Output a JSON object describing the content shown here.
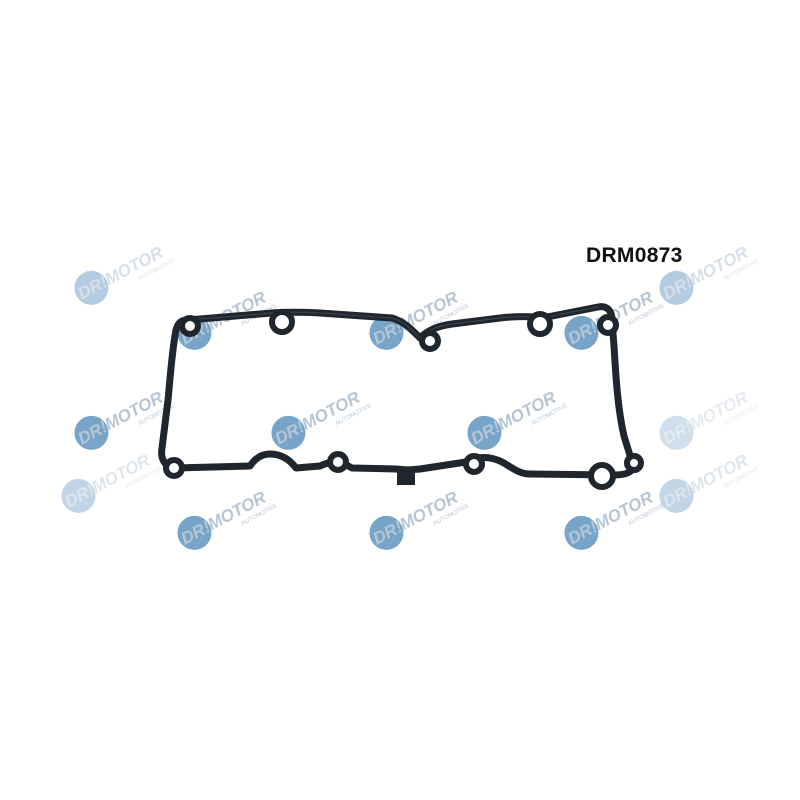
{
  "product": {
    "part_number": "DRM0873",
    "subject": "valve cover gasket"
  },
  "watermark": {
    "brand": "DR!MOTOR",
    "tagline": "AUTOMOTIVE",
    "dot_color": "#4a86b8",
    "text_color": "#9fb4c8"
  },
  "colors": {
    "background": "#ffffff",
    "gasket": "#1f262d",
    "gasket_highlight": "#4a5560"
  }
}
